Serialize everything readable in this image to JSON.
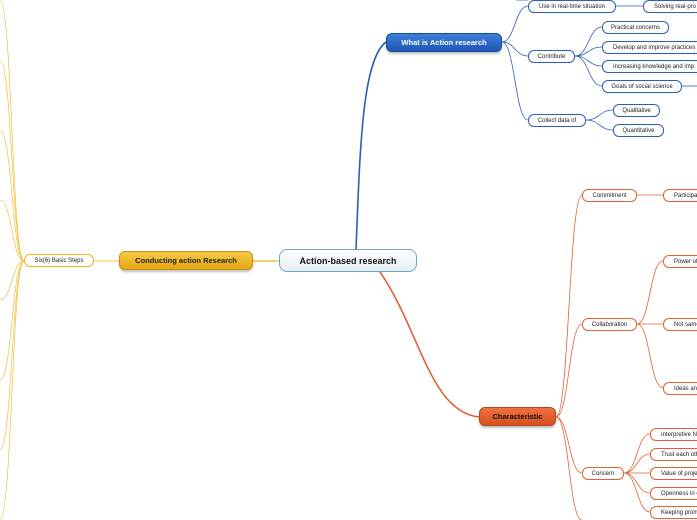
{
  "central": "Action-based research",
  "branches": {
    "what_is": {
      "label": "What is Action research",
      "color": "#2b5fb4",
      "children": {
        "use_realtime": "Use in real-time situation",
        "solving": "Solving real-pro",
        "contribute": "Contribute",
        "practical": "Practical concerns",
        "develop": "Develop and improve practices",
        "increasing": "Increasing knowledge and imp",
        "goals": "Goals of social science",
        "collect": "Collect data of",
        "qualitative": "Qualitative",
        "quantitative": "Quantitative"
      }
    },
    "characteristic": {
      "label": "Characteristic",
      "color": "#e06136",
      "children": {
        "commitment": "Commitment",
        "participation": "Participa",
        "collaboration": "Collaboration",
        "power": "Power of",
        "not_same": "Not same",
        "ideas": "Ideas an",
        "concern": "Concern",
        "interpretive": "Interpretive N",
        "trust": "Trust each oth",
        "value": "Value of proje",
        "openness": "Openness in c",
        "keeping": "Keeping prom"
      }
    },
    "conducting": {
      "label": "Conducting action Research",
      "color": "#efb41b",
      "children": {
        "six_steps": "Six(6) Basic Steps"
      }
    }
  }
}
